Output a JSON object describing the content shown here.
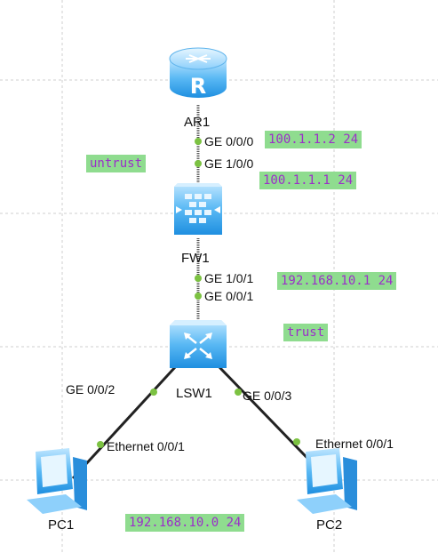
{
  "devices": {
    "ar1": "AR1",
    "fw1": "FW1",
    "lsw1": "LSW1",
    "pc1": "PC1",
    "pc2": "PC2"
  },
  "ports": {
    "ar1_ge000": "GE 0/0/0",
    "fw1_ge100": "GE 1/0/0",
    "fw1_ge101": "GE 1/0/1",
    "lsw1_ge001": "GE 0/0/1",
    "lsw1_ge002": "GE 0/0/2",
    "lsw1_ge003": "GE 0/0/3",
    "pc1_eth": "Ethernet 0/0/1",
    "pc2_eth": "Ethernet 0/0/1"
  },
  "addresses": {
    "ar1_ip": "100.1.1.2 24",
    "fw1_outside_ip": "100.1.1.1 24",
    "fw1_inside_ip": "192.168.10.1 24",
    "lan_net": "192.168.10.0 24"
  },
  "zones": {
    "untrust": "untrust",
    "trust": "trust"
  },
  "colors": {
    "tag_bg": "#8fdc8f",
    "tag_text": "#9b2fc9",
    "port_dot": "#7cc242",
    "device_blue": "#3aa6ee"
  },
  "icons": {
    "ar1": "router-icon",
    "fw1": "firewall-icon",
    "lsw1": "switch-icon",
    "pc1": "pc-icon",
    "pc2": "pc-icon"
  }
}
